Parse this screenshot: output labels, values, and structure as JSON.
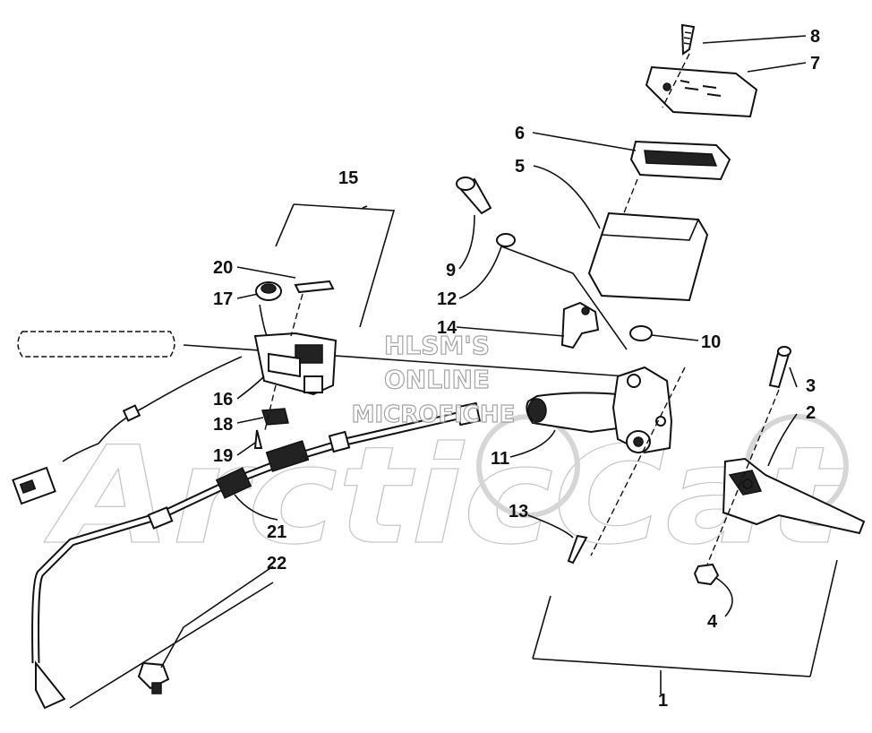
{
  "watermark": {
    "line1": "HLSM'S",
    "line2": "ONLINE",
    "line3": "MICROFICHE",
    "logo_text": "ArcticCat"
  },
  "callouts": [
    "1",
    "2",
    "3",
    "4",
    "5",
    "6",
    "7",
    "8",
    "9",
    "10",
    "11",
    "12",
    "13",
    "14",
    "15",
    "16",
    "17",
    "18",
    "19",
    "20",
    "21",
    "22"
  ],
  "colors": {
    "ink": "#111111",
    "watermark": "#9a9a9a",
    "background": "#ffffff"
  }
}
